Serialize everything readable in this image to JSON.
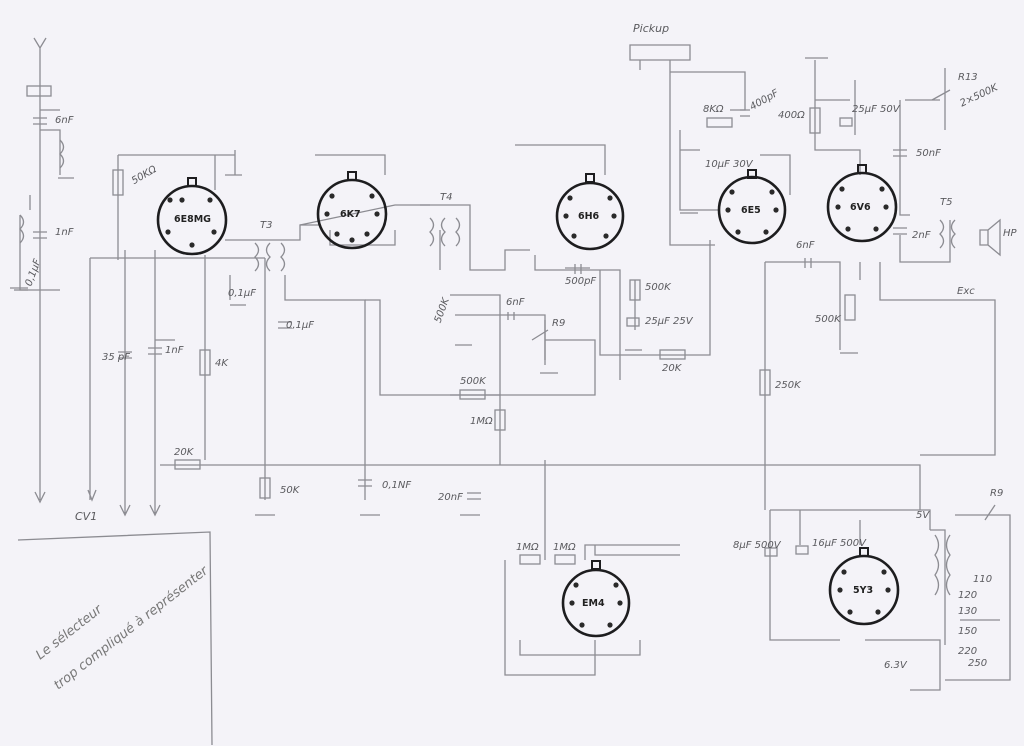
{
  "tubes": [
    "6E8MG",
    "6K7",
    "6H6",
    "6E5",
    "6V6",
    "EM4",
    "5Y3"
  ],
  "labels": {
    "pickup": "Pickup",
    "c_6nf_top": "6nF",
    "c_1nf_left": "1nF",
    "c_01uf_left": "0,1µF",
    "r_50k_top": "50KΩ",
    "r_50k_bottom": "50K",
    "t3": "T3",
    "t4": "T4",
    "t5": "T5",
    "c_01uf": "0,1µF",
    "c_01uf_b": "0,1µF",
    "r_4k": "4K",
    "c_35pf": "35 pF",
    "c_1nf": "1nF",
    "r_20k": "20K",
    "cv1": "CV1",
    "c_01nf_bottom": "0,1NF",
    "r_500k_a": "500K",
    "c_6nf_mid": "6nF",
    "r9": "R9",
    "c_500pf": "500pF",
    "r_500k_b": "500K",
    "c_25uf": "25µF 25V",
    "r_20k_b": "20K",
    "r_500k_c": "500K",
    "r_1mohm": "1MΩ",
    "c_20nf": "20nF",
    "r_1mohm_a": "1MΩ",
    "r_1mohm_b": "1MΩ",
    "r_8k": "8KΩ",
    "c_400pf": "400pF",
    "c_10uf": "10µF 30V",
    "r_400": "400Ω",
    "c_25uf_50v": "25µF 50V",
    "r13": "R13",
    "r_500k_pot": "2×500K",
    "c_50nf": "50nF",
    "c_2nf": "2nF",
    "c_6nf_right": "6nF",
    "r_500k_d": "500K",
    "r_250k": "250K",
    "hp": "HP",
    "exc": "Exc",
    "c_8uf": "8µF 500V",
    "c_16uf": "16µF 500V",
    "v_5v": "5V",
    "r9_switch": "R9",
    "taps": [
      "110",
      "120",
      "130",
      "150",
      "220",
      "250"
    ],
    "v_63": "6.3V"
  },
  "note_lines": [
    "Le sélecteur",
    "trop compliqué à représenter"
  ],
  "colors": {
    "paper": "#f4f3f8",
    "pencil": "#8c8c92",
    "ink": "#1d1d1f"
  }
}
